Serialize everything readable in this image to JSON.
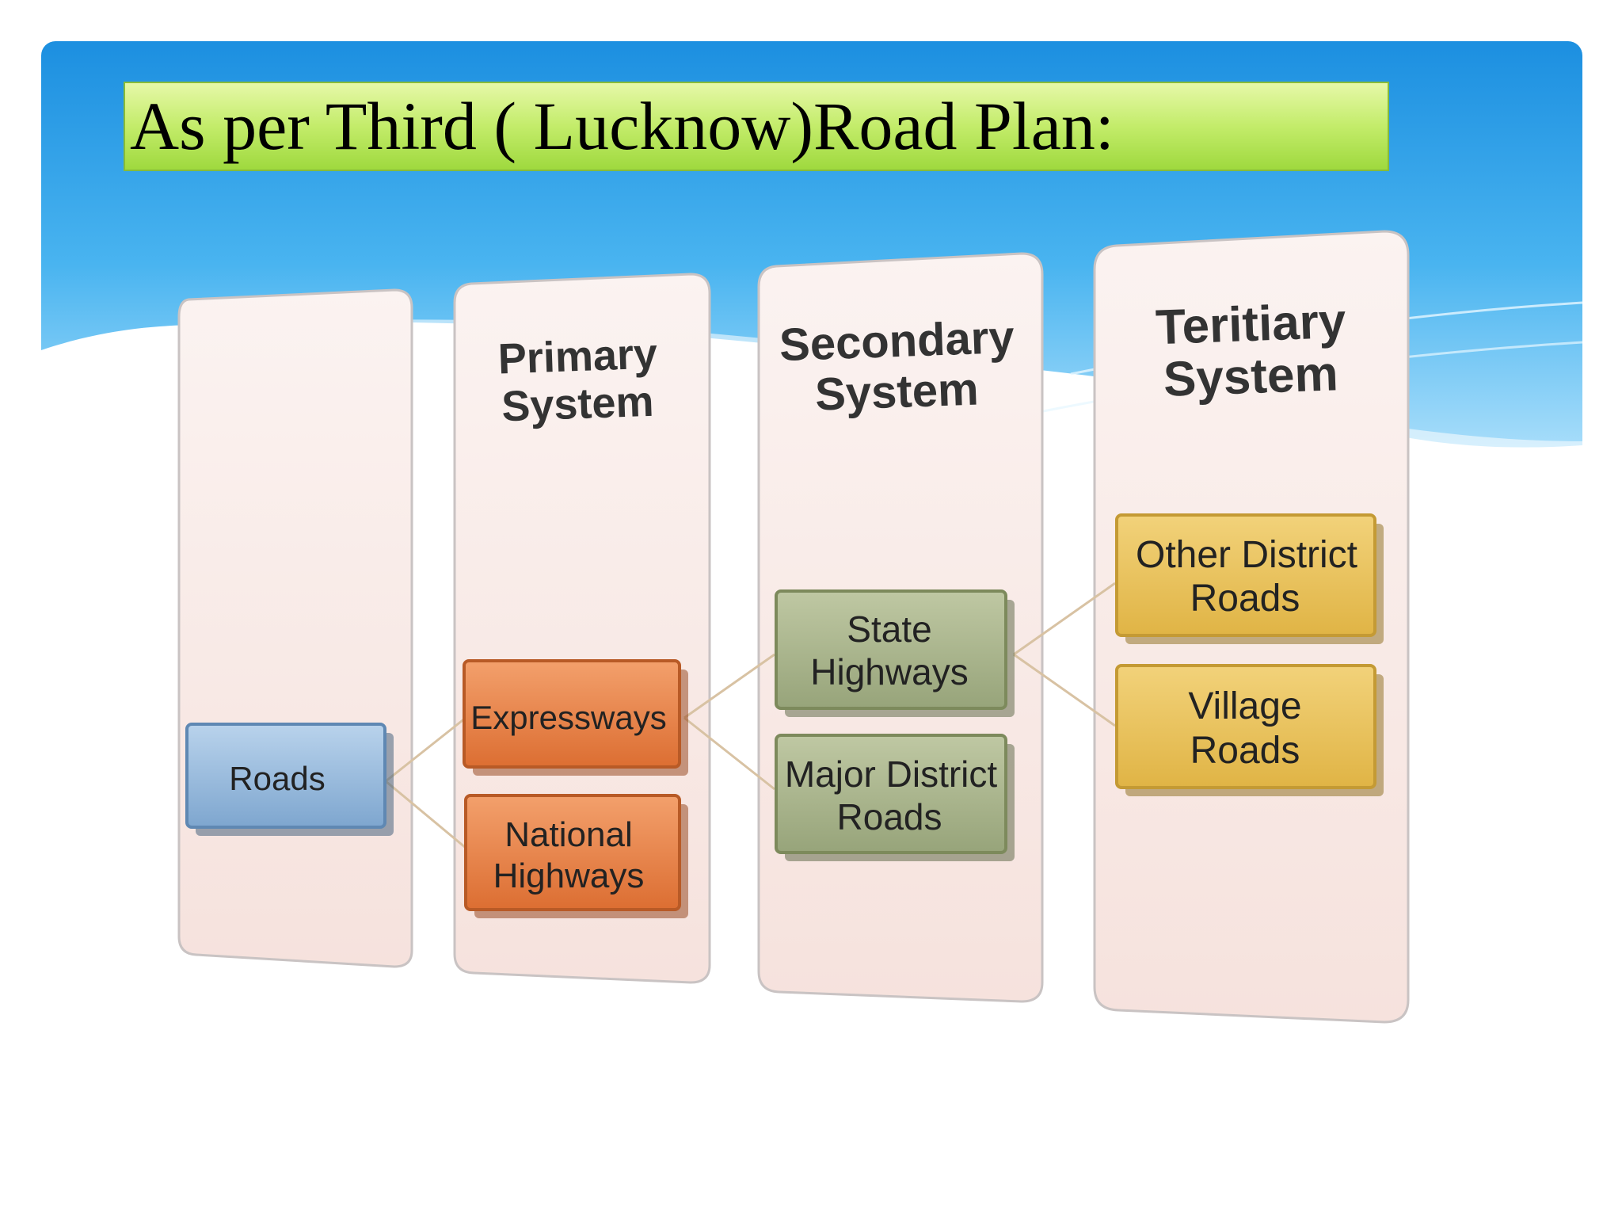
{
  "title": "As per Third ( Lucknow)Road Plan:",
  "columns": [
    {
      "line1": "",
      "line2": ""
    },
    {
      "line1": "Primary",
      "line2": "System"
    },
    {
      "line1": "Secondary",
      "line2": "System"
    },
    {
      "line1": "Teritiary",
      "line2": "System"
    }
  ],
  "boxes": {
    "roads": "Roads",
    "expressways": "Expressways",
    "national_highways": {
      "line1": "National",
      "line2": "Highways"
    },
    "state_highways": {
      "line1": "State",
      "line2": "Highways"
    },
    "major_district_roads": {
      "line1": "Major District",
      "line2": "Roads"
    },
    "other_district_roads": {
      "line1": "Other District",
      "line2": "Roads"
    },
    "village_roads": {
      "line1": "Village",
      "line2": "Roads"
    }
  },
  "colors": {
    "roads": "#8fb4d8",
    "primary": "#e9834a",
    "secondary": "#a7b38a",
    "tertiary": "#e9c35a",
    "title_bg": "#c3ec6a",
    "sky": "#2a9ce6"
  }
}
